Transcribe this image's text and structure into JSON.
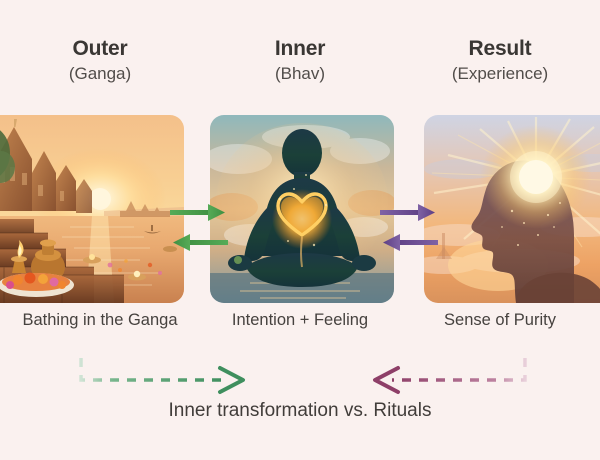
{
  "background_color": "#faf1ef",
  "columns": [
    {
      "id": "outer",
      "title": "Outer",
      "subtitle": "(Ganga)",
      "caption": "Bathing in the Ganga",
      "image_name": "ganga-ghat-sunset-photo"
    },
    {
      "id": "inner",
      "title": "Inner",
      "subtitle": "(Bhav)",
      "caption": "Intention + Feeling",
      "image_name": "meditating-figure-glowing-heart-photo"
    },
    {
      "id": "result",
      "title": "Result",
      "subtitle": "(Experience)",
      "caption": "Sense of Purity",
      "image_name": "head-silhouette-radiant-light-photo"
    }
  ],
  "connectors": {
    "green": {
      "name": "outer-inner-exchange-arrows",
      "color": "#47a04a",
      "top_direction": "right",
      "bottom_direction": "left"
    },
    "purple": {
      "name": "inner-result-exchange-arrows",
      "color": "#6d4f93",
      "top_direction": "right",
      "bottom_direction": "left"
    }
  },
  "dashed_connectors": {
    "left": {
      "name": "ritual-to-inner-dashed-arrow",
      "color": "#4f9c6b",
      "direction": "right"
    },
    "right": {
      "name": "result-back-dashed-arrow",
      "color": "#9c4f72",
      "direction": "left"
    }
  },
  "footer": {
    "text": "Inner transformation vs. Rituals"
  }
}
